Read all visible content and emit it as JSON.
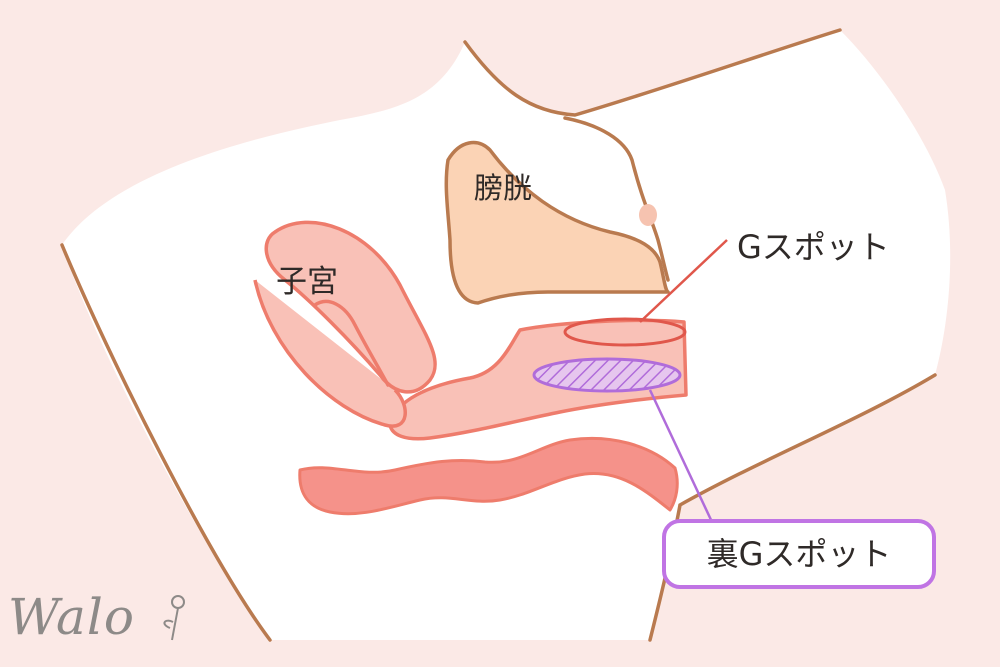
{
  "labels": {
    "bladder": "膀胱",
    "uterus": "子宮",
    "g_spot": "Gスポット",
    "back_g_spot": "裏Gスポット"
  },
  "brand": {
    "logo_text": "Walo"
  },
  "colors": {
    "background": "#fbe9e6",
    "outline": "#b97a4f",
    "bladder_fill": "#fbd3b5",
    "uterus_stroke": "#ee7c6c",
    "uterus_fill": "#f9c1b7",
    "rectum_fill": "#f5928a",
    "g_spot_marker": "#e0574b",
    "back_g_spot_marker": "#b06cda"
  }
}
